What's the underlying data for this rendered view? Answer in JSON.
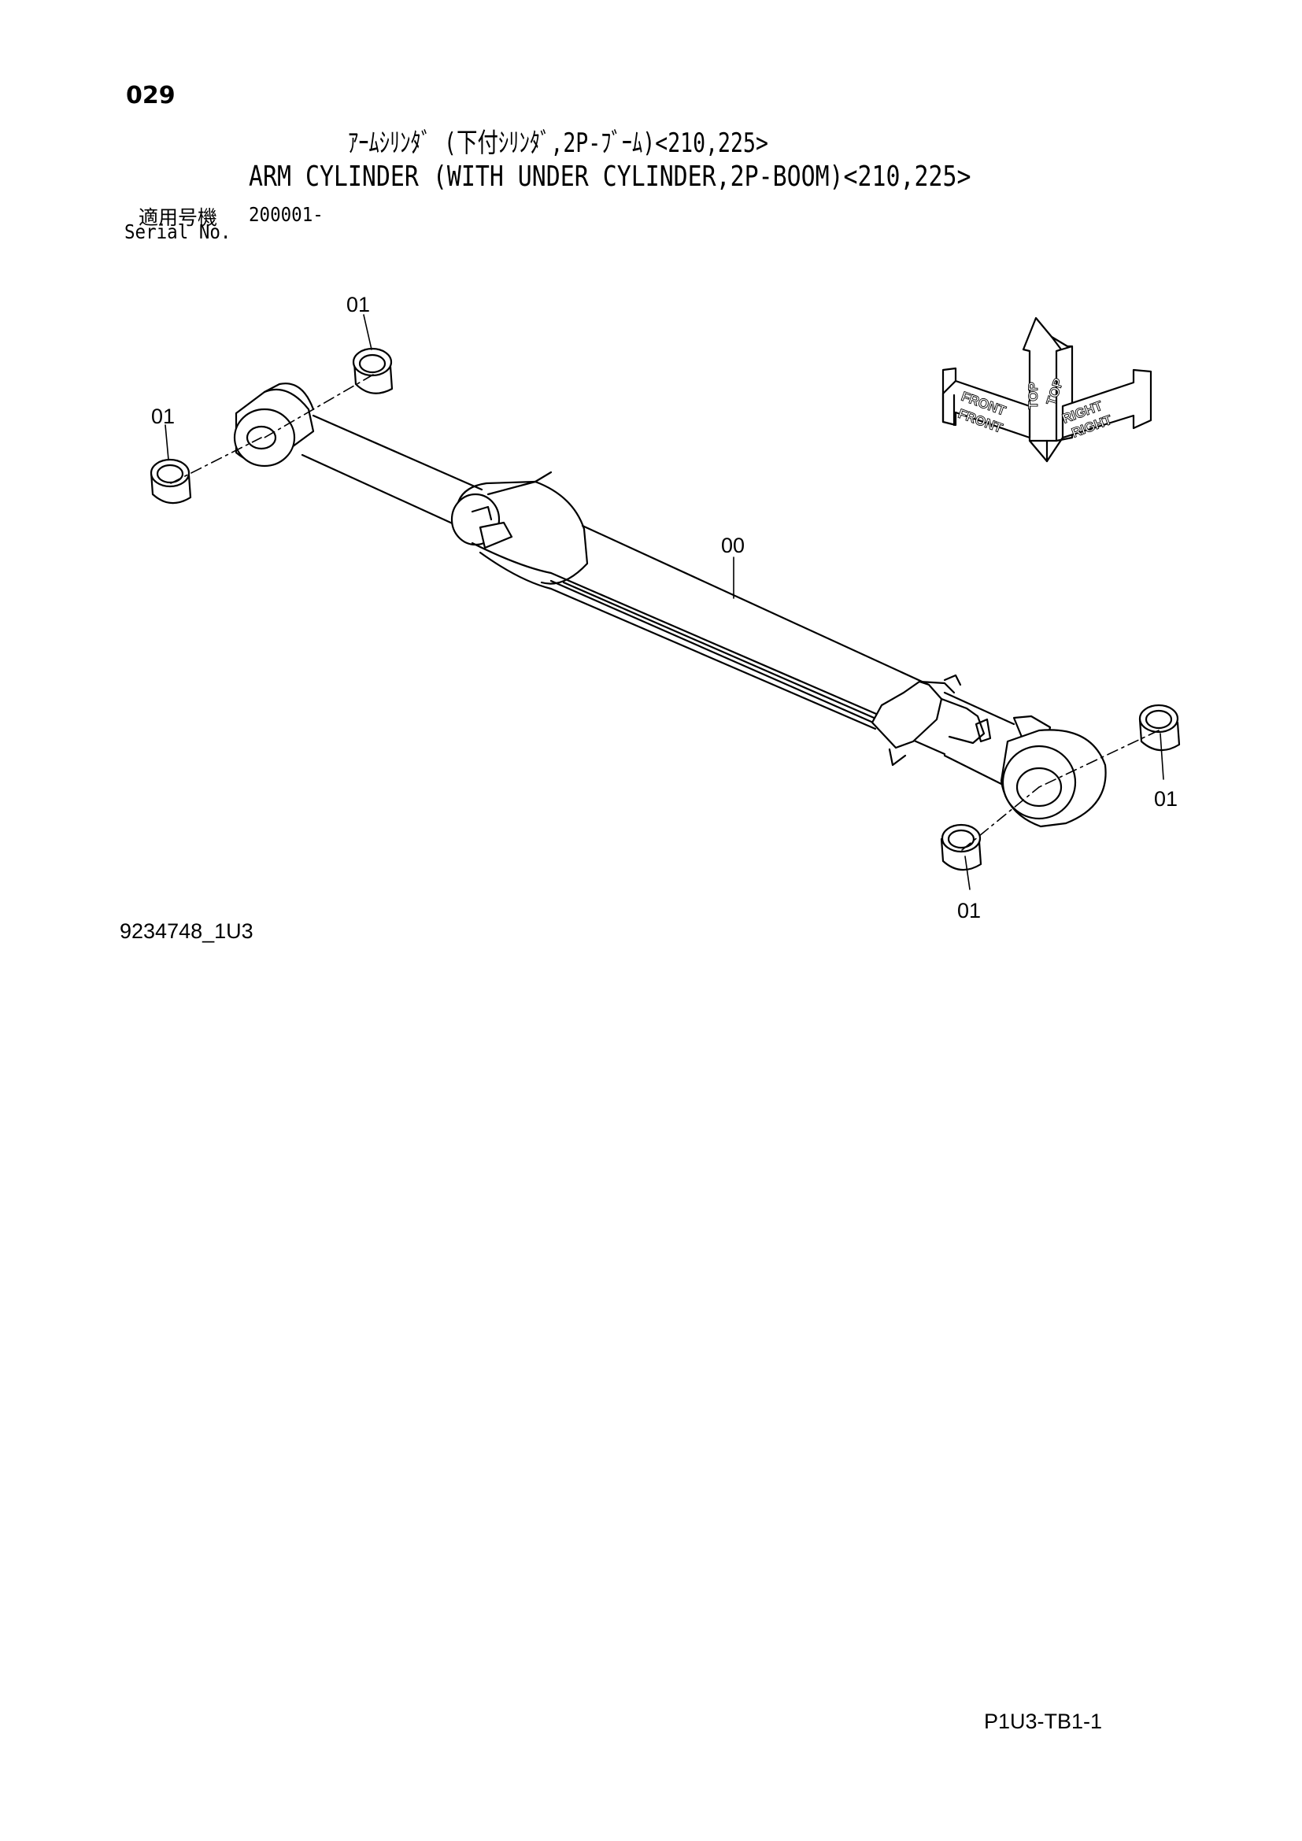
{
  "header": {
    "page_number": "029",
    "title_jp": "ｱｰﾑｼﾘﾝﾀﾞ (下付ｼﾘﾝﾀﾞ,2P-ﾌﾞｰﾑ)<210,225>",
    "title_en": "ARM CYLINDER (WITH UNDER CYLINDER,2P-BOOM)<210,225>",
    "serial_label_jp": "適用号機",
    "serial_label_en": "Serial No.",
    "serial_value": "200001-"
  },
  "diagram": {
    "callouts": {
      "cylinder_assembly": "00",
      "bushing_upper_left": "01",
      "bushing_left": "01",
      "bushing_right": "01",
      "bushing_lower_right": "01"
    },
    "orientation_arrows": {
      "top": "TOP",
      "front": "FRONT",
      "right": "RIGHT"
    }
  },
  "footer": {
    "drawing_number": "9234748_1U3",
    "page_code": "P1U3-TB1-1"
  }
}
